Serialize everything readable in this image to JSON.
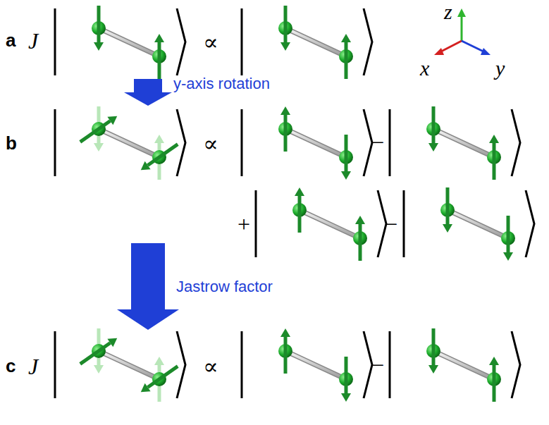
{
  "diagram": {
    "labels": [
      "a",
      "J",
      "∝",
      "x",
      "y",
      "z",
      "b",
      "∝",
      "−",
      "y-axis rotation",
      "+",
      "−",
      "Jastrow factor",
      "c",
      "J",
      "∝",
      "−"
    ]
  }
}
